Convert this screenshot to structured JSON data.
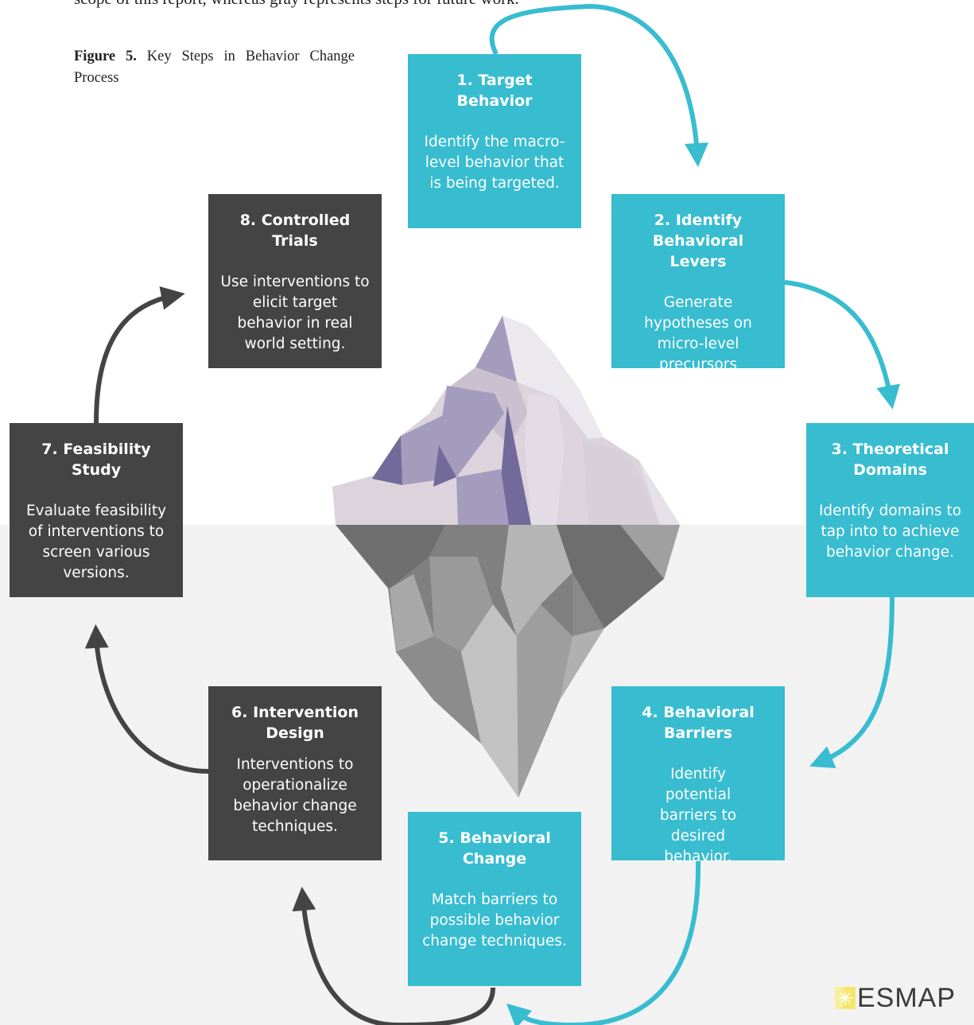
{
  "header": {
    "top_text": "scope of this report, whereas gray represents steps for future work.",
    "caption_label": "Figure 5.",
    "caption_text": " Key Steps in Behavior Change Process"
  },
  "steps": [
    {
      "title": "1. Target Behavior",
      "desc": "Identify the macro-level behavior that is being targeted.",
      "status": "in-scope",
      "color": "#38bcd0"
    },
    {
      "title": "2. Identify Behavioral Levers",
      "desc": "Generate hypotheses on micro-level precursors",
      "status": "in-scope",
      "color": "#38bcd0"
    },
    {
      "title": "3. Theoretical Domains",
      "desc": "Identify domains to tap into to achieve behavior change.",
      "status": "in-scope",
      "color": "#38bcd0"
    },
    {
      "title": "4. Behavioral Barriers",
      "desc": "Identify potential barriers to desired behavior.",
      "status": "in-scope",
      "color": "#38bcd0"
    },
    {
      "title": "5. Behavioral Change",
      "desc": "Match barriers to possible behavior change techniques.",
      "status": "in-scope",
      "color": "#38bcd0"
    },
    {
      "title": "6. Intervention Design",
      "desc": "Interventions to operationalize behavior change techniques.",
      "status": "future",
      "color": "#444444"
    },
    {
      "title": "7. Feasibility Study",
      "desc": "Evaluate feasibility of interventions to screen various versions.",
      "status": "future",
      "color": "#444444"
    },
    {
      "title": "8. Controlled Trials",
      "desc": "Use interventions to elicit target behavior in real world setting.",
      "status": "future",
      "color": "#444444"
    }
  ],
  "logo": {
    "text": "ESMAP",
    "icon": "sun-burst-icon"
  },
  "colors": {
    "in_scope": "#38bcd0",
    "future": "#444444"
  }
}
